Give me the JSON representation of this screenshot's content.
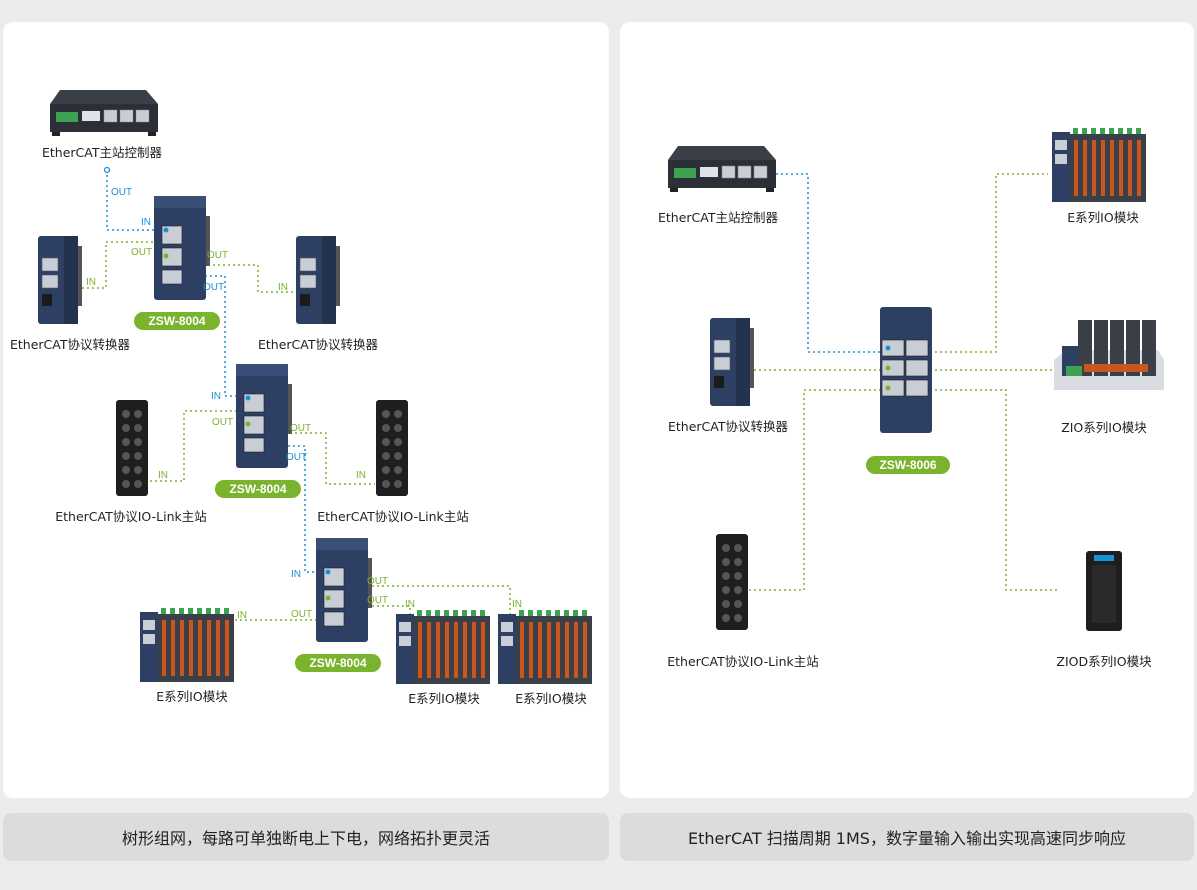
{
  "left_panel": {
    "caption": "树形组网，每路可单独断电上下电，网络拓扑更灵活",
    "labels": {
      "master": "EtherCAT主站控制器",
      "conv_left": "EtherCAT协议转换器",
      "conv_right": "EtherCAT协议转换器",
      "iolink_left": "EtherCAT协议IO-Link主站",
      "iolink_right": "EtherCAT协议IO-Link主站",
      "e_io_1": "E系列IO模块",
      "e_io_2": "E系列IO模块",
      "e_io_3": "E系列IO模块"
    },
    "switches": [
      "ZSW-8004",
      "ZSW-8004",
      "ZSW-8004"
    ],
    "ports": {
      "in": "IN",
      "out": "OUT"
    }
  },
  "right_panel": {
    "caption": "EtherCAT 扫描周期 1MS，数字量输入输出实现高速同步响应",
    "labels": {
      "master": "EtherCAT主站控制器",
      "conv": "EtherCAT协议转换器",
      "iolink": "EtherCAT协议IO-Link主站",
      "e_io": "E系列IO模块",
      "zio": "ZIO系列IO模块",
      "ziod": "ZIOD系列IO模块"
    },
    "switch": "ZSW-8006"
  },
  "colors": {
    "ethercat_link_blue": "#1a8fd6",
    "io_link_green": "#7ab32e",
    "badge_green": "#7ab32e",
    "device_navy": "#2d3f63"
  }
}
